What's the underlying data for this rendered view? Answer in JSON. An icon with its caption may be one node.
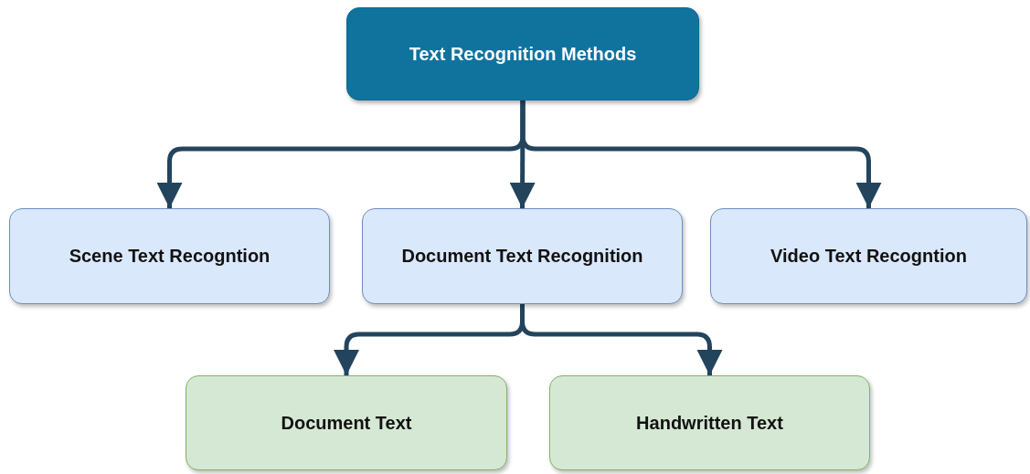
{
  "diagram": {
    "nodes": [
      {
        "text": [
          "Text Recognition Methods"
        ]
      },
      {
        "text": [
          "Scene Text Recogntion"
        ]
      },
      {
        "text": [
          "Document Text Recognition"
        ]
      },
      {
        "text": [
          "Video Text Recogntion"
        ]
      },
      {
        "text": [
          "Document Text"
        ]
      },
      {
        "text": [
          "Handwritten Text"
        ]
      }
    ],
    "edges": [
      {
        "from": 0,
        "to": 1,
        "arrow": "to"
      },
      {
        "from": 0,
        "to": 2,
        "arrow": "to"
      },
      {
        "from": 0,
        "to": 3,
        "arrow": "to"
      },
      {
        "from": 2,
        "to": 4,
        "arrow": "to"
      },
      {
        "from": 2,
        "to": 5,
        "arrow": "to"
      }
    ]
  }
}
